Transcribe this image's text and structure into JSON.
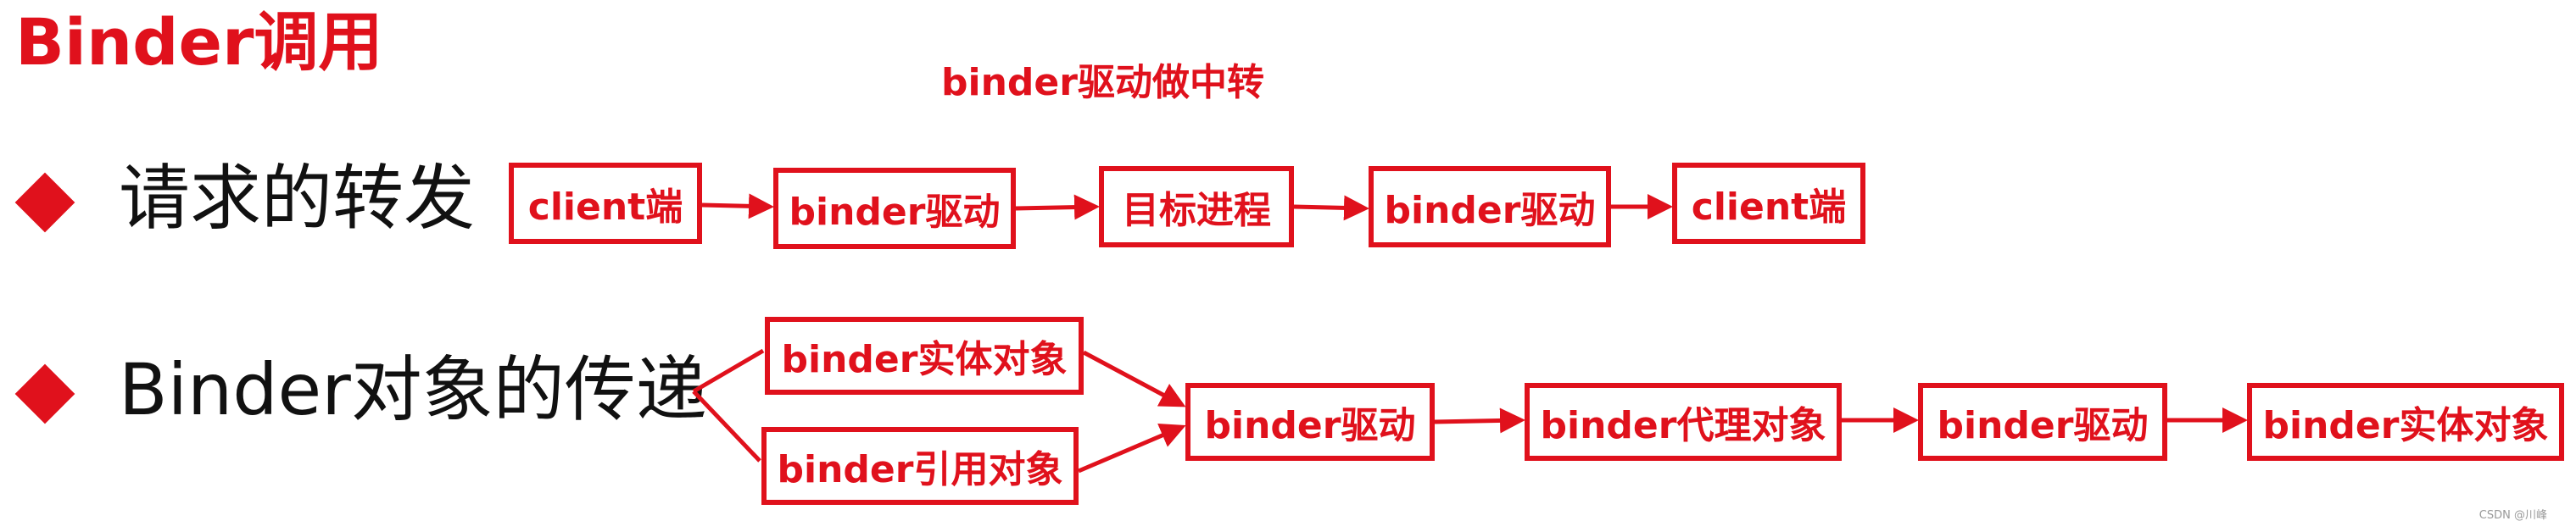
{
  "title": "Binder调用",
  "note": "binder驱动做中转",
  "rows": [
    {
      "label": "请求的转发",
      "nodes": [
        "client端",
        "binder驱动",
        "目标进程",
        "binder驱动",
        "client端"
      ]
    },
    {
      "label": "Binder对象的传递",
      "nodes": [
        "binder实体对象",
        "binder引用对象",
        "binder驱动",
        "binder代理对象",
        "binder驱动",
        "binder实体对象"
      ]
    }
  ],
  "watermark": "CSDN @川峰",
  "colors": {
    "accent": "#e0111c",
    "text": "#111111"
  },
  "icons": {
    "bullet": "diamond-bullet-icon"
  }
}
